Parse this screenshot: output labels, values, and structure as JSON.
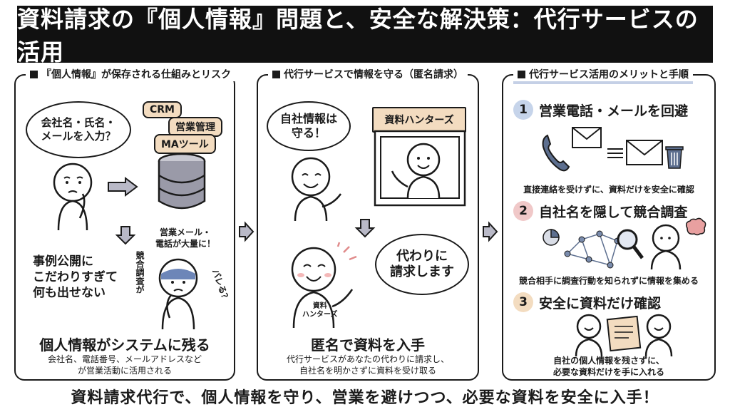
{
  "title": "資料請求の『個人情報』問題と、安全な解決策：代行サービスの活用",
  "panel1": {
    "heading": "『個人情報』が保存される仕組みとリスク",
    "bubble": "会社名・氏名・\nメールを入力？",
    "tags": [
      "CRM",
      "営業管理",
      "MAツール"
    ],
    "note_sales": "営業メール・\n電話が大量に！",
    "note_vertical": "競合調査が",
    "note_bareru": "バレる？",
    "case_text": "事例公開に\nこだわりすぎて\n何も出せない",
    "summary_title": "個人情報がシステムに残る",
    "summary_text": "会社名、電話番号、メールアドレスなど\nが営業活動に活用される"
  },
  "panel2": {
    "heading": "代行サービスで情報を守る（匿名請求）",
    "bubble_top": "自社情報は\n守る！",
    "sign": "資料ハンターズ",
    "bubble_bottom": "代わりに\n請求します",
    "shirt_text": "資料\nハンターズ",
    "summary_title": "匿名で資料を入手",
    "summary_text": "代行サービスがあなたの代わりに請求し、\n自社名を明かさずに資料を受け取る"
  },
  "panel3": {
    "heading": "代行サービス活用のメリットと手順",
    "steps": [
      {
        "num": "1",
        "title": "営業電話・メールを回避",
        "desc": "直接連絡を受けずに、資料だけを安全に確認"
      },
      {
        "num": "2",
        "title": "自社名を隠して競合調査",
        "desc": "競合相手に調査行動を知られずに情報を集める"
      },
      {
        "num": "3",
        "title": "安全に資料だけ確認",
        "desc": "自社の個人情報を残さずに、\n必要な資料だけを手に入れる"
      }
    ]
  },
  "footer": "資料請求代行で、個人情報を守り、営業を避けつつ、必要な資料を安全に入手！",
  "icons": [
    "phone-icon",
    "mail-icon",
    "trash-icon",
    "database-icon",
    "network-icon",
    "magnifier-icon",
    "brain-icon",
    "pie-chart-icon",
    "document-icon"
  ],
  "colors": {
    "title_bg": "#111111",
    "tag": "#f3dcc0",
    "step1": "#c6d4ea",
    "step2": "#f0c8c8",
    "step3": "#f3dcc0",
    "worry": "#6d86b8"
  }
}
